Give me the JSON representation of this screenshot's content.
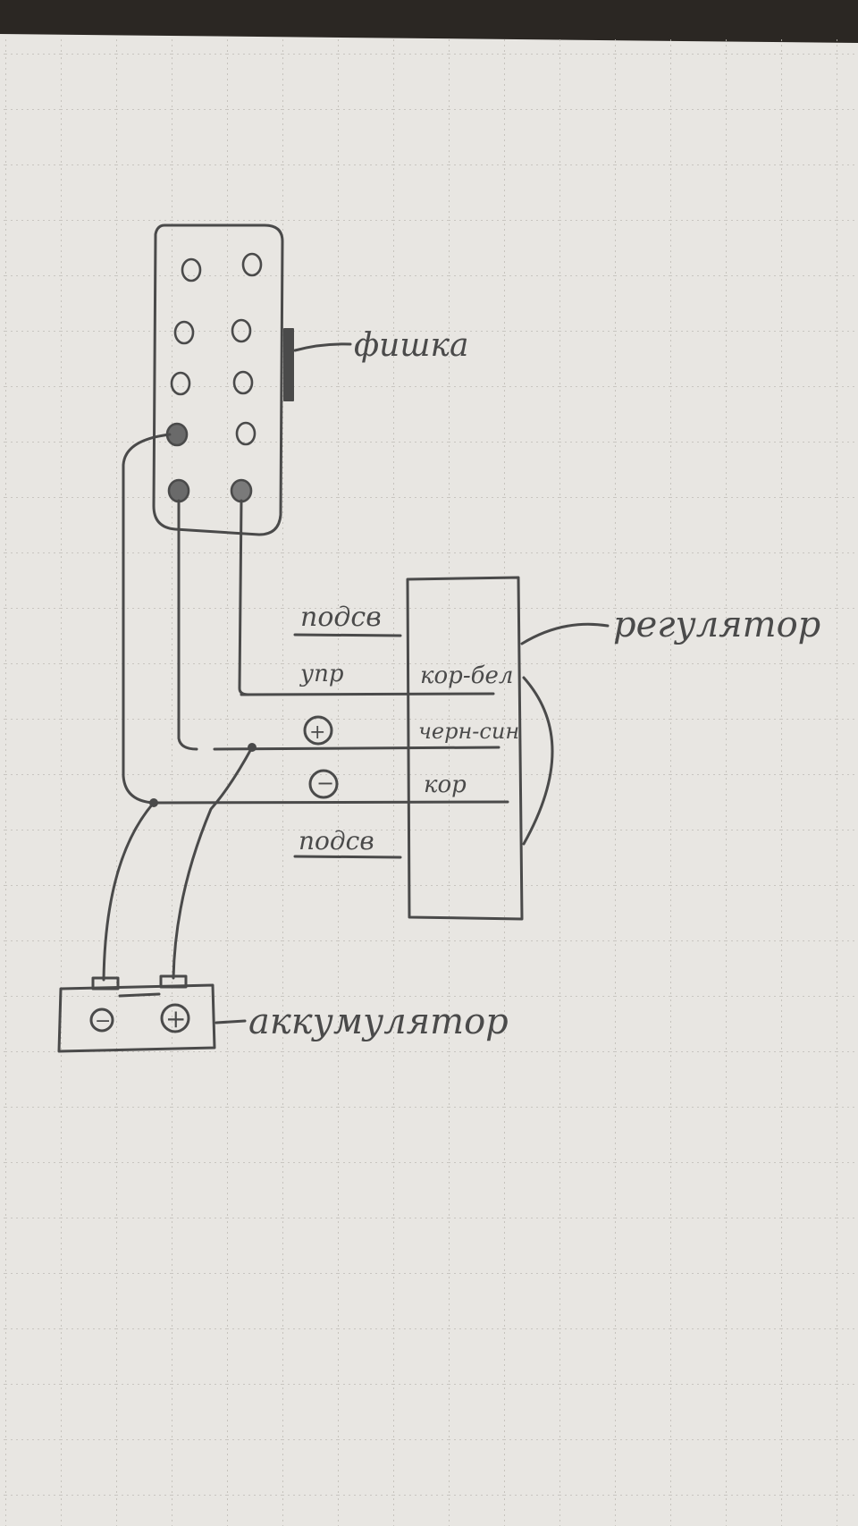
{
  "labels": {
    "connector": "фишка",
    "regulator": "регулятор",
    "battery": "аккумулятор"
  },
  "terminals": {
    "row1": "подсв",
    "row2": "упр",
    "row3": "+",
    "row4": "−",
    "row5": "подсв"
  },
  "wire_colors": {
    "row2": "кор-бел",
    "row3": "черн-син",
    "row4": "кор"
  },
  "battery_terminals": {
    "negative": "−",
    "positive": "+"
  },
  "colors": {
    "paper": "#e8e6e2",
    "grid": "#bdbab4",
    "pencil": "#4a4a4a",
    "background": "#2b2723"
  }
}
